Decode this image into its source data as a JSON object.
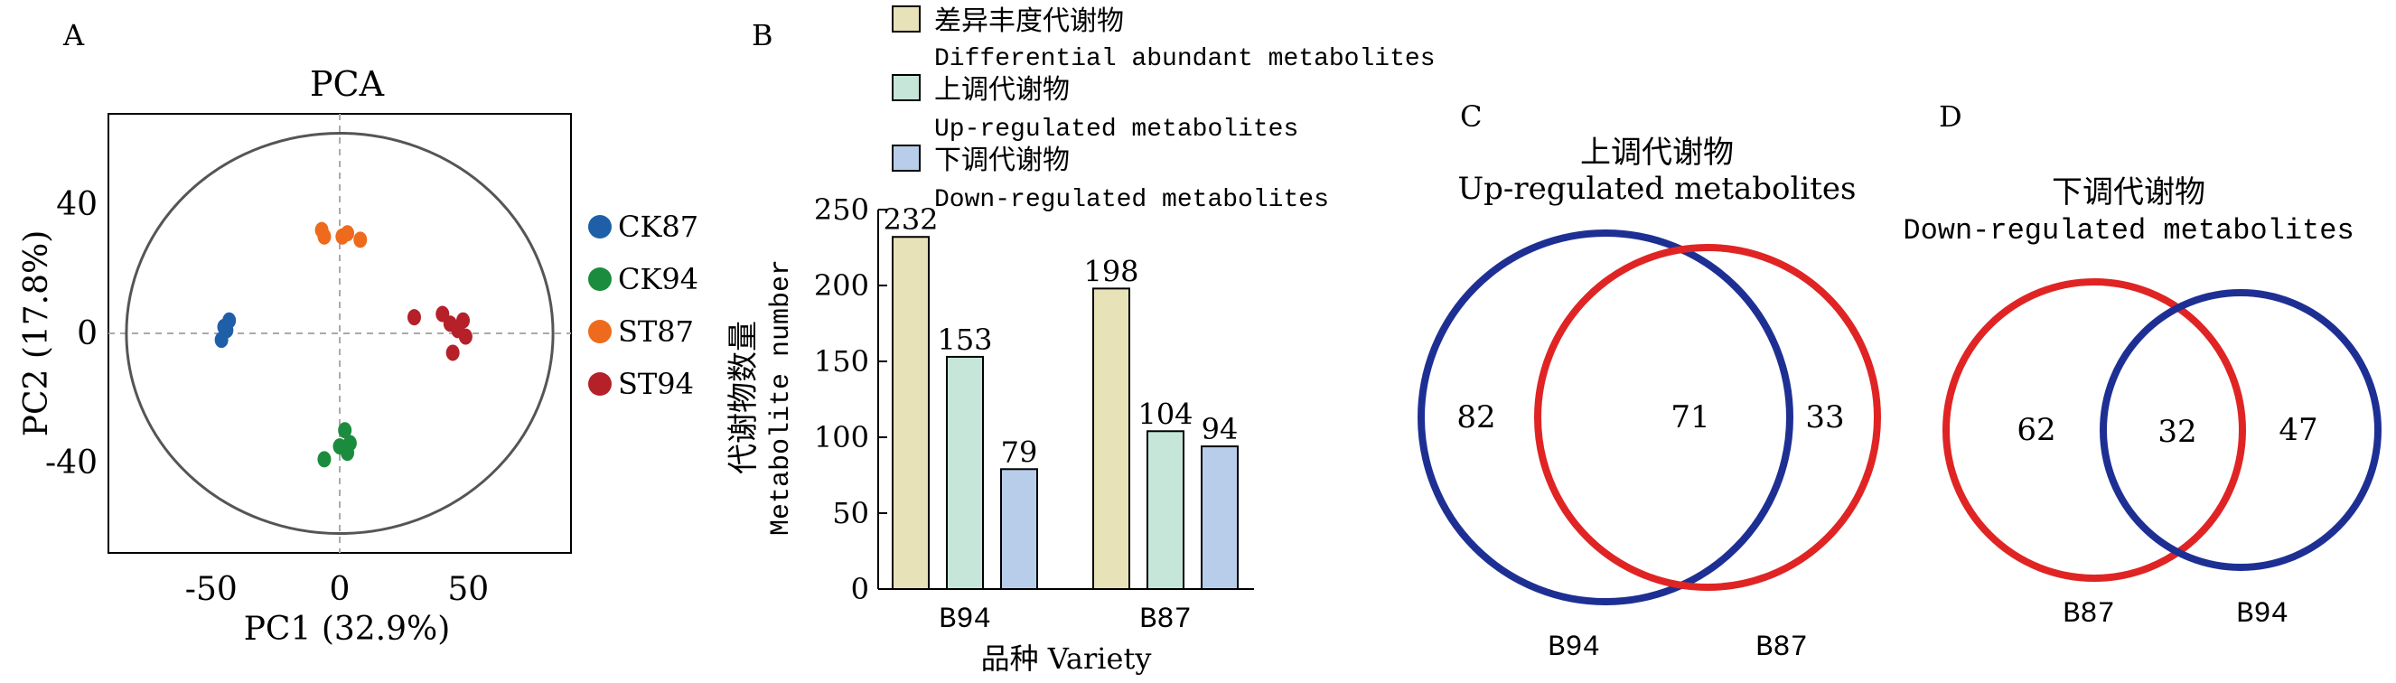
{
  "panels": {
    "a": "A",
    "b": "B",
    "c": "C",
    "d": "D"
  },
  "chart_data": [
    {
      "type": "scatter",
      "title": "PCA",
      "xlabel": "PC1 (32.9%)",
      "ylabel": "PC2 (17.8%)",
      "xlim": [
        -90,
        90
      ],
      "ylim": [
        -68,
        68
      ],
      "x_ticks": [
        "-50",
        "0",
        "50"
      ],
      "y_ticks": [
        "40",
        "0",
        "-40"
      ],
      "confidence_ellipse": {
        "cx": 0,
        "cy": 0,
        "rx": 83,
        "ry": 62
      },
      "legend_position": "right",
      "series": [
        {
          "name": "CK87",
          "color": "#1f5fa8",
          "marker": "circle",
          "points": [
            [
              -45,
              2
            ],
            [
              -43,
              4
            ],
            [
              -46,
              -2
            ],
            [
              -44,
              1
            ]
          ]
        },
        {
          "name": "CK94",
          "color": "#1b8c3e",
          "marker": "circle",
          "points": [
            [
              2,
              -30
            ],
            [
              0,
              -35
            ],
            [
              3,
              -37
            ],
            [
              4,
              -34
            ],
            [
              -6,
              -39
            ]
          ]
        },
        {
          "name": "ST87",
          "color": "#ee6a1c",
          "marker": "circle",
          "points": [
            [
              -7,
              32
            ],
            [
              -6,
              30
            ],
            [
              1,
              30
            ],
            [
              3,
              31
            ],
            [
              8,
              29
            ]
          ]
        },
        {
          "name": "ST94",
          "color": "#b52029",
          "marker": "circle",
          "points": [
            [
              29,
              5
            ],
            [
              40,
              6
            ],
            [
              43,
              3
            ],
            [
              48,
              4
            ],
            [
              49,
              -1
            ],
            [
              46,
              1
            ],
            [
              44,
              -6
            ]
          ]
        }
      ]
    },
    {
      "type": "bar",
      "ylabel": "代谢物数量",
      "ylabel_en": "Metabolite number",
      "xlabel": "品种 Variety",
      "categories": [
        "B94",
        "B87"
      ],
      "ylim": [
        0,
        250
      ],
      "y_ticks": [
        "0",
        "50",
        "100",
        "150",
        "200",
        "250"
      ],
      "series": [
        {
          "name": "差异丰度代谢物",
          "name_en": "Differential abundant metabolites",
          "color": "#e8e2b8",
          "values": [
            232,
            198
          ]
        },
        {
          "name": "上调代谢物",
          "name_en": "Up-regulated metabolites",
          "color": "#c5e6d8",
          "values": [
            153,
            104
          ]
        },
        {
          "name": "下调代谢物",
          "name_en": "Down-regulated metabolites",
          "color": "#b8cdea",
          "values": [
            79,
            94
          ]
        }
      ]
    },
    {
      "type": "venn",
      "title": "上调代谢物",
      "title_en": "Up-regulated metabolites",
      "sets": [
        {
          "name": "B94",
          "color": "#1e2f94",
          "only": 82
        },
        {
          "name": "B87",
          "color": "#e02424",
          "only": 33
        }
      ],
      "intersection": 71
    },
    {
      "type": "venn",
      "title": "下调代谢物",
      "title_en": "Down-regulated metabolites",
      "sets": [
        {
          "name": "B87",
          "color": "#e02424",
          "only": 62
        },
        {
          "name": "B94",
          "color": "#1e2f94",
          "only": 47
        }
      ],
      "intersection": 32
    }
  ]
}
